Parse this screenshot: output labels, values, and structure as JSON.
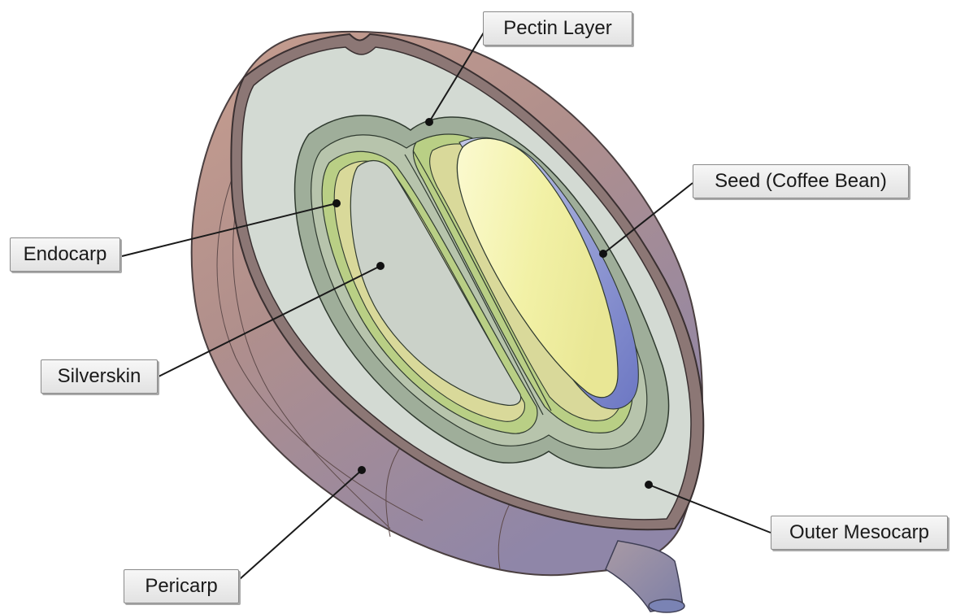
{
  "labels": {
    "pectin_layer": "Pectin Layer",
    "seed": "Seed (Coffee Bean)",
    "endocarp": "Endocarp",
    "silverskin": "Silverskin",
    "outer_mesocarp": "Outer Mesocarp",
    "pericarp": "Pericarp"
  },
  "colors": {
    "pericarp_skin": "#b08f8c",
    "pericarp_rim": "#8c7775",
    "mesocarp": "#d3dad3",
    "pectin": "#9fae9a",
    "endocarp": "#b7cc86",
    "silverskin": "#d8d99a",
    "seed": "#f6f5b0",
    "seed_shadow": "#8c95cf",
    "leader_line": "#1a1a1a"
  }
}
